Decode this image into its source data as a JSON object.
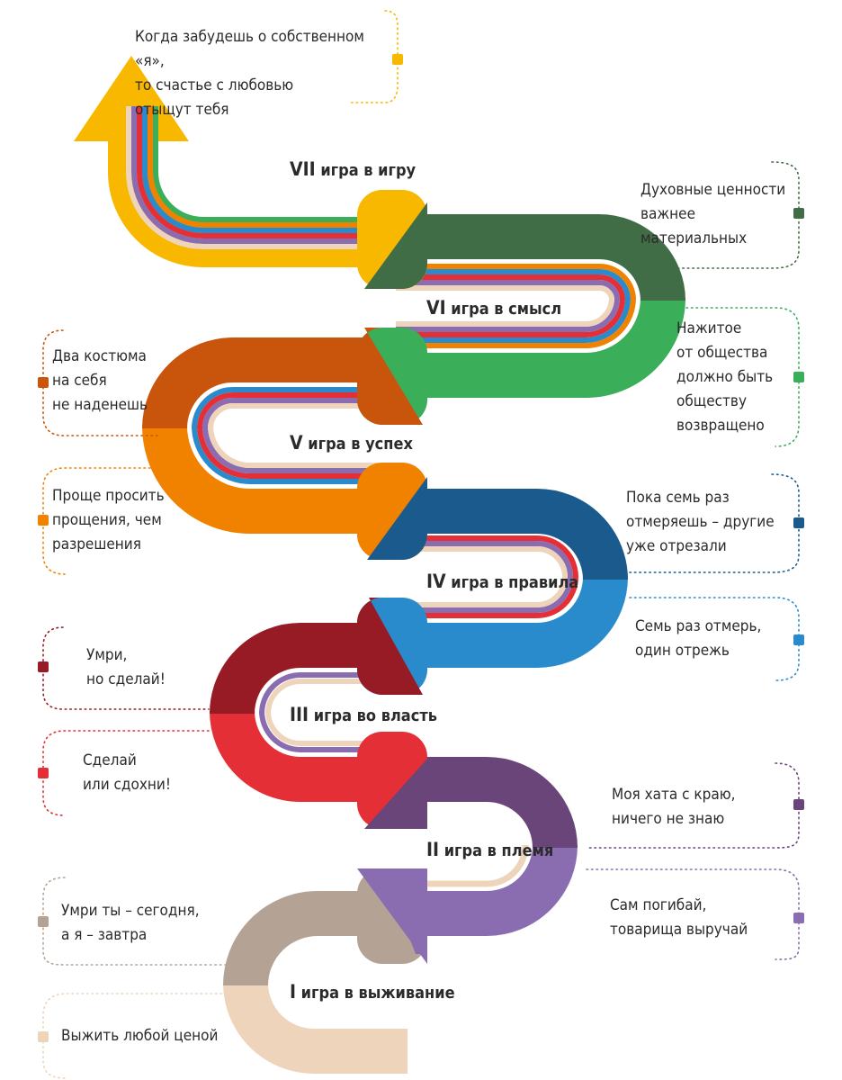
{
  "colors": {
    "survival": "#EFD4BC",
    "survival_dark": "#B4A395",
    "tribe": "#8A6DB1",
    "tribe_dark": "#6A4579",
    "power": "#E52F36",
    "power_dark": "#961B24",
    "rules": "#2A8BCC",
    "rules_dark": "#1A5A8D",
    "success": "#F08200",
    "success_dark": "#C9550C",
    "meaning": "#3BAE5A",
    "meaning_dark": "#416D46",
    "game": "#F8B800"
  },
  "levels": [
    {
      "num": "I",
      "title": "игра в выживание"
    },
    {
      "num": "II",
      "title": "игра в племя"
    },
    {
      "num": "III",
      "title": "игра во власть"
    },
    {
      "num": "IV",
      "title": "игра в правила"
    },
    {
      "num": "V",
      "title": "игра в успех"
    },
    {
      "num": "VI",
      "title": "игра в смысл"
    },
    {
      "num": "VII",
      "title": "игра в игру"
    }
  ],
  "notes": {
    "top": [
      "Когда забудешь о собственном «я»,",
      "то счастье с любовью",
      "отыщут тебя"
    ],
    "vi_upper": [
      "Духовные ценности",
      "важнее",
      "материальных"
    ],
    "vi_lower": [
      "Нажитое",
      "от общества",
      "должно быть",
      "обществу",
      "возвращено"
    ],
    "v_upper": [
      "Два костюма",
      "на себя",
      "не наденешь"
    ],
    "v_lower": [
      "Проще просить",
      "прощения, чем",
      "разрешения"
    ],
    "iv_upper": [
      "Пока семь раз",
      "отмеряешь – другие",
      "уже отрезали"
    ],
    "iv_lower": [
      "Семь раз отмерь,",
      "один отрежь"
    ],
    "iii_upper": [
      "Умри,",
      "но сделай!"
    ],
    "iii_lower": [
      "Сделай",
      "или сдохни!"
    ],
    "ii_upper": [
      "Моя хата с краю,",
      "ничего не знаю"
    ],
    "ii_lower": [
      "Сам погибай,",
      "товарища выручай"
    ],
    "i_upper": [
      "Умри ты – сегодня,",
      "а я – завтра"
    ],
    "i_lower": [
      "Выжить любой ценой"
    ]
  }
}
